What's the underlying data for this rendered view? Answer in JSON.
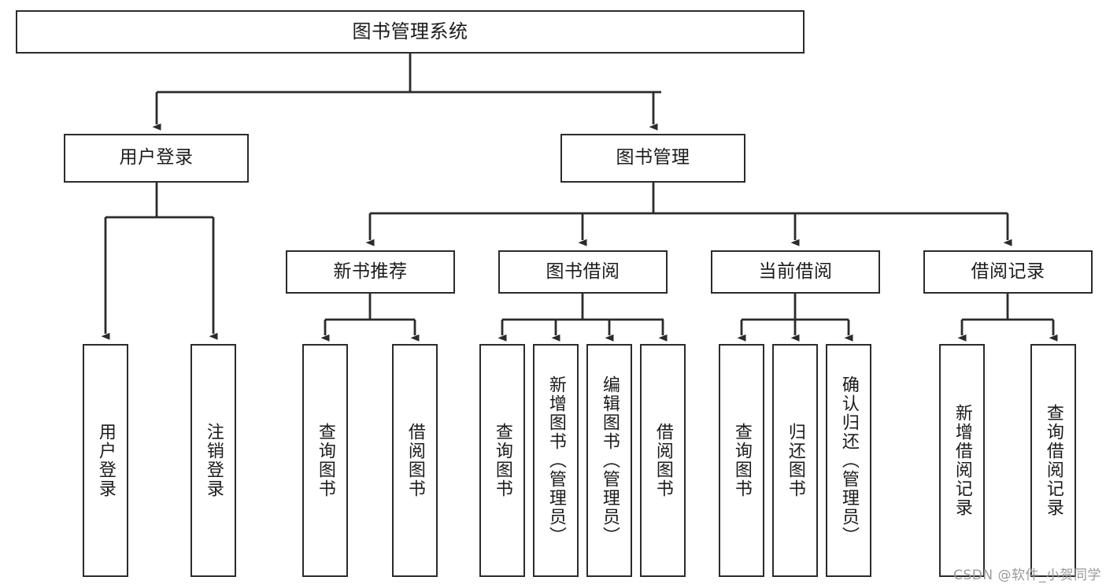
{
  "diagram": {
    "type": "tree-hierarchy-chart",
    "title": "图书管理系统",
    "colors": {
      "box_border": "#2b2b2b",
      "box_fill": "#ffffff",
      "connector": "#2b2b2b",
      "background": "#ffffff",
      "watermark": "#9a9a9a"
    },
    "root": {
      "id": "root",
      "label": "图书管理系统"
    },
    "level2": [
      {
        "id": "user-login",
        "label": "用户登录"
      },
      {
        "id": "book-management",
        "label": "图书管理"
      }
    ],
    "level3": [
      {
        "id": "new-book-recommend",
        "label": "新书推荐",
        "parent": "book-management"
      },
      {
        "id": "book-borrow",
        "label": "图书借阅",
        "parent": "book-management"
      },
      {
        "id": "current-borrow",
        "label": "当前借阅",
        "parent": "book-management"
      },
      {
        "id": "borrow-record",
        "label": "借阅记录",
        "parent": "book-management"
      }
    ],
    "leaves": [
      {
        "id": "leaf-user-login",
        "label": "用户登录",
        "parent": "user-login"
      },
      {
        "id": "leaf-logout-login",
        "label": "注销登录",
        "parent": "user-login"
      },
      {
        "id": "leaf-query-book-1",
        "label": "查询图书",
        "parent": "new-book-recommend"
      },
      {
        "id": "leaf-borrow-book-1",
        "label": "借阅图书",
        "parent": "new-book-recommend"
      },
      {
        "id": "leaf-query-book-2",
        "label": "查询图书",
        "parent": "book-borrow"
      },
      {
        "id": "leaf-add-book",
        "label": "新增图书（管理员）",
        "parent": "book-borrow"
      },
      {
        "id": "leaf-edit-book",
        "label": "编辑图书（管理员）",
        "parent": "book-borrow"
      },
      {
        "id": "leaf-borrow-book-2",
        "label": "借阅图书",
        "parent": "book-borrow"
      },
      {
        "id": "leaf-query-book-3",
        "label": "查询图书",
        "parent": "current-borrow"
      },
      {
        "id": "leaf-return-book",
        "label": "归还图书",
        "parent": "current-borrow"
      },
      {
        "id": "leaf-confirm-return",
        "label": "确认归还（管理员）",
        "parent": "current-borrow"
      },
      {
        "id": "leaf-add-record",
        "label": "新增借阅记录",
        "parent": "borrow-record"
      },
      {
        "id": "leaf-query-record",
        "label": "查询借阅记录",
        "parent": "borrow-record"
      }
    ],
    "watermark": "CSDN @软件_小贺同学"
  }
}
